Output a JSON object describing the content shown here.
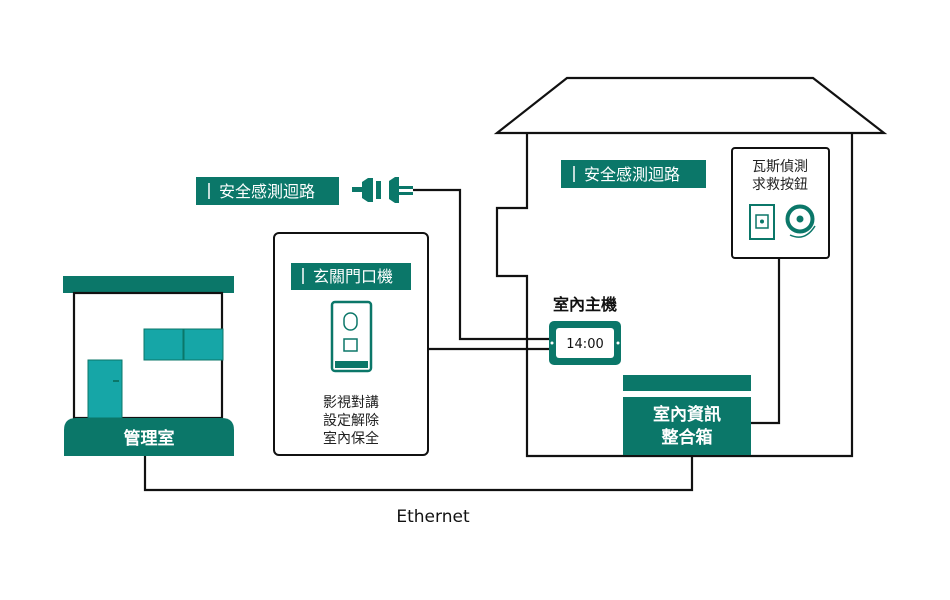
{
  "colors": {
    "teal_dark": "#0b7769",
    "teal_light": "#16a6a7",
    "line": "#111111"
  },
  "labels": {
    "safety_circuit_left": "安全感測迴路",
    "safety_circuit_house": "安全感測迴路",
    "door_unit_title": "玄關門口機",
    "door_unit_functions": [
      "影視對講",
      "設定解除",
      "室內保全"
    ],
    "indoor_host_title": "室內主機",
    "indoor_host_time": "14:00",
    "gas_alarm_line1": "瓦斯偵測",
    "gas_alarm_line2": "求救按鈕",
    "info_box_line1": "室內資訊",
    "info_box_line2": "整合箱",
    "management_room": "管理室",
    "network_label": "Ethernet"
  },
  "icons": {
    "connector": "plug-connector-icon",
    "door_station": "door-station-icon",
    "panic_button": "panic-button-icon",
    "gas_detector": "gas-detector-icon"
  }
}
